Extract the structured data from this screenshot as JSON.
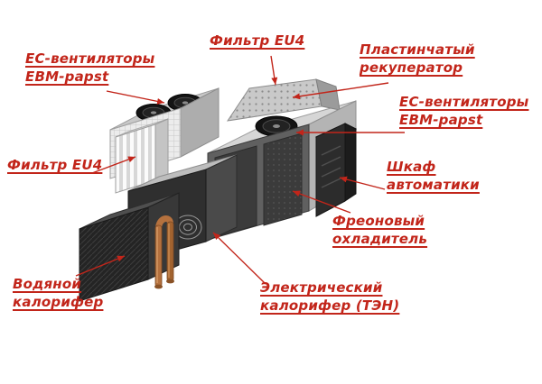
{
  "diagram": {
    "accent_color": "#c2251a",
    "subject": "air-handling-unit-exploded-view",
    "labels": [
      {
        "id": "filter-top",
        "lines": [
          "Фильтр EU4"
        ]
      },
      {
        "id": "plate-recuperator",
        "lines": [
          "Пластинчатый",
          "рекуператор"
        ]
      },
      {
        "id": "ec-fans-left",
        "lines": [
          "ЕС-вентиляторы",
          "EBM-papst"
        ]
      },
      {
        "id": "ec-fans-right",
        "lines": [
          "ЕС-вентиляторы",
          "EBM-papst"
        ]
      },
      {
        "id": "filter-left",
        "lines": [
          "Фильтр EU4"
        ]
      },
      {
        "id": "automation-cabinet",
        "lines": [
          "Шкаф",
          "автоматики"
        ]
      },
      {
        "id": "freon-cooler",
        "lines": [
          "Фреоновый",
          "охладитель"
        ]
      },
      {
        "id": "water-heater",
        "lines": [
          "Водяной",
          "калорифер"
        ]
      },
      {
        "id": "electric-heater",
        "lines": [
          "Электрический",
          "калорифер (ТЭН)"
        ]
      }
    ]
  }
}
